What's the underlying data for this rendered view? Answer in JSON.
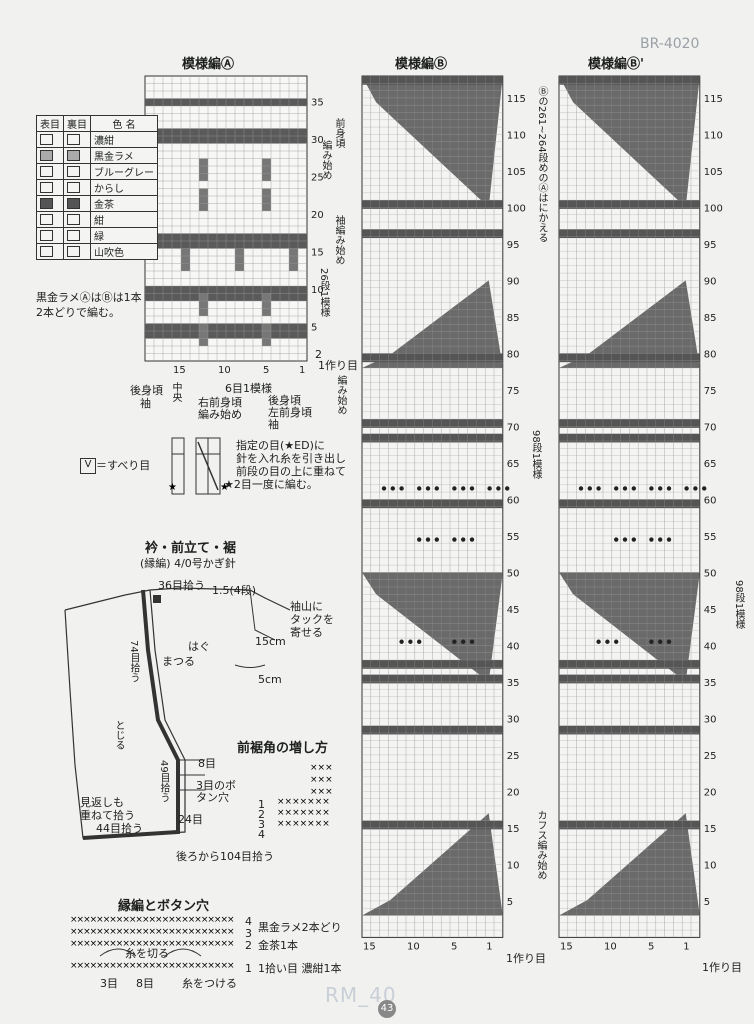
{
  "page_code": "BR-4020",
  "watermark": "RM_40",
  "page_number": "43",
  "charts": {
    "a_title": "模様編Ⓐ",
    "b_title": "模様編Ⓑ",
    "b2_title": "模様編Ⓑ'",
    "a_row_ticks": [
      "35",
      "30",
      "25",
      "20",
      "15",
      "10",
      "5"
    ],
    "big_row_ticks": [
      "115",
      "110",
      "105",
      "100",
      "95",
      "90",
      "85",
      "80",
      "75",
      "70",
      "65",
      "60",
      "55",
      "50",
      "45",
      "40",
      "35",
      "30",
      "25",
      "20",
      "15",
      "10",
      "5"
    ],
    "a_col_ticks": [
      "15",
      "10",
      "5",
      "1"
    ],
    "big_col_ticks": [
      "15",
      "10",
      "5",
      "1"
    ],
    "row_start": "1作り目",
    "row_start_b": "1作り目",
    "row_start_b2": "1作り目"
  },
  "legend": {
    "headers": [
      "表目",
      "裏目",
      "色 名"
    ],
    "colors": [
      "濃紺",
      "黒金ラメ",
      "ブルーグレー",
      "からし",
      "金茶",
      "紺",
      "緑",
      "山吹色"
    ],
    "note": "黒金ラメⒶはⒷは1本 2本どりで編む。"
  },
  "annotations_a": {
    "right1": "前身頃",
    "right2": "編み始め",
    "right3": "袖編み始め",
    "right4": "26段1模様",
    "right5": "2",
    "bottom_left1": "後身頃",
    "bottom_left2": "袖",
    "bottom_center": "中央",
    "bottom_mid1": "右前身頃",
    "bottom_mid2": "編み始め",
    "bottom_rep": "6目1模様",
    "bottom_right1": "後身頃",
    "bottom_right2": "左前身頃",
    "bottom_right3": "袖",
    "edge_start": "編み始め"
  },
  "slip_note": "＝すべり目",
  "two_together": {
    "line1": "指定の目(★ED)に",
    "line2": "針を入れ糸を引き出し",
    "line3": "前段の目の上に重ねて",
    "line4": "★2目一度に編む。"
  },
  "collar": {
    "title": "衿・前立て・裾",
    "subtitle": "(縁編) 4/0号かぎ針",
    "pick36": "36目拾う",
    "rows15": "1.5(4段)",
    "sleeve_note1": "袖山に",
    "sleeve_note2": "タックを",
    "sleeve_note3": "寄せる",
    "cm15": "15cm",
    "cm5": "5cm",
    "haku": "はぐ",
    "matsuru": "まつる",
    "pick74": "74目拾う",
    "toji": "とじる",
    "eight": "8目",
    "pick49": "49目拾う",
    "buttonhole": "3目のボタン穴",
    "facing1": "見返しも",
    "facing2": "重ねて拾う",
    "pick44": "44目拾う",
    "num24": "24目",
    "pick104": "後ろから104目拾う"
  },
  "hem_corner": {
    "title": "前裾角の増し方",
    "rows": [
      "1",
      "2",
      "3",
      "4"
    ]
  },
  "edging": {
    "title": "縁編とボタン穴",
    "line4": "4",
    "line3": "3",
    "line2": "2",
    "line1": "1",
    "label_lame": "黒金ラメ2本どり",
    "label_kincha": "金茶1本",
    "label_pick": "1拾い目 濃紺1本",
    "cut": "糸を切る",
    "attach": "糸をつける",
    "three": "3目",
    "eight": "8目"
  },
  "b_side": {
    "note_top": "Ⓑの261~264段めのⒶはにかえる",
    "rep98": "98段1模様",
    "cuff": "カフス編み始め",
    "rep98_b2": "98段1模様"
  }
}
